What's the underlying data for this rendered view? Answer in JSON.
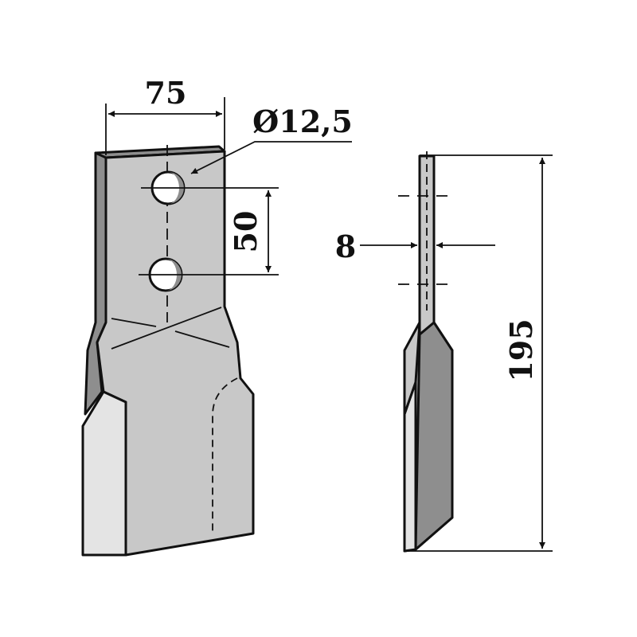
{
  "dimensions": {
    "width": "75",
    "hole_diameter": "Ø12,5",
    "hole_spacing": "50",
    "thickness": "8",
    "length": "195"
  },
  "colors": {
    "blade_face": "#c8c8c8",
    "blade_edge": "#8e8e8e",
    "bevel": "#e4e4e4",
    "outline": "#111111"
  }
}
